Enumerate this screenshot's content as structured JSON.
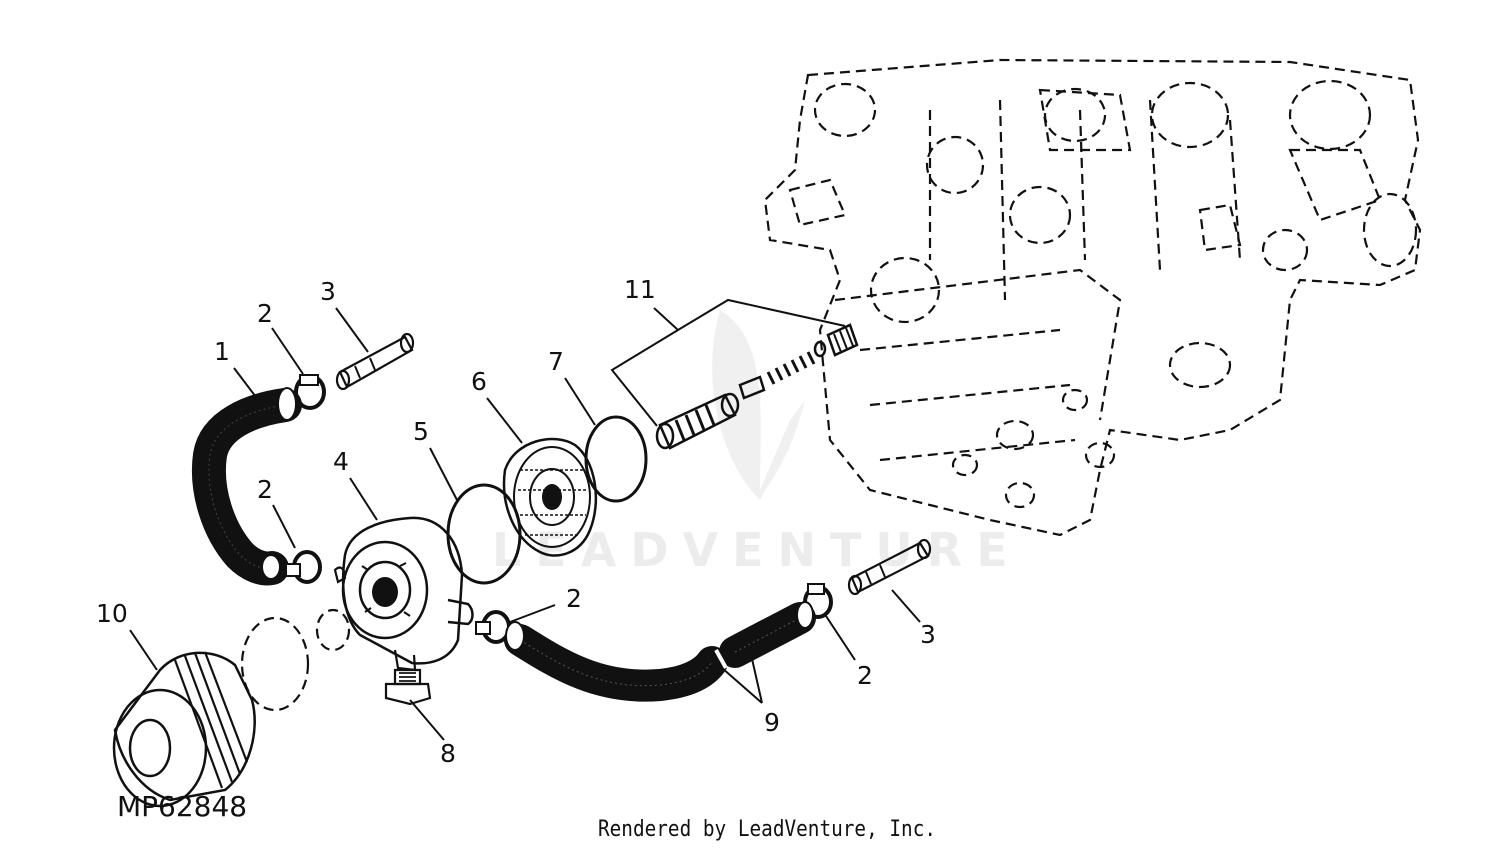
{
  "figure": {
    "id": "MP62848",
    "credit": "Rendered by LeadVenture, Inc.",
    "watermark": "LEADVENTURE"
  },
  "callouts": [
    {
      "id": "c1",
      "label": "1"
    },
    {
      "id": "c2a",
      "label": "2"
    },
    {
      "id": "c3a",
      "label": "3"
    },
    {
      "id": "c2b",
      "label": "2"
    },
    {
      "id": "c4",
      "label": "4"
    },
    {
      "id": "c5",
      "label": "5"
    },
    {
      "id": "c6",
      "label": "6"
    },
    {
      "id": "c7",
      "label": "7"
    },
    {
      "id": "c11",
      "label": "11"
    },
    {
      "id": "c10",
      "label": "10"
    },
    {
      "id": "c2c",
      "label": "2"
    },
    {
      "id": "c2d",
      "label": "2"
    },
    {
      "id": "c3b",
      "label": "3"
    },
    {
      "id": "c9",
      "label": "9"
    },
    {
      "id": "c8",
      "label": "8"
    }
  ]
}
